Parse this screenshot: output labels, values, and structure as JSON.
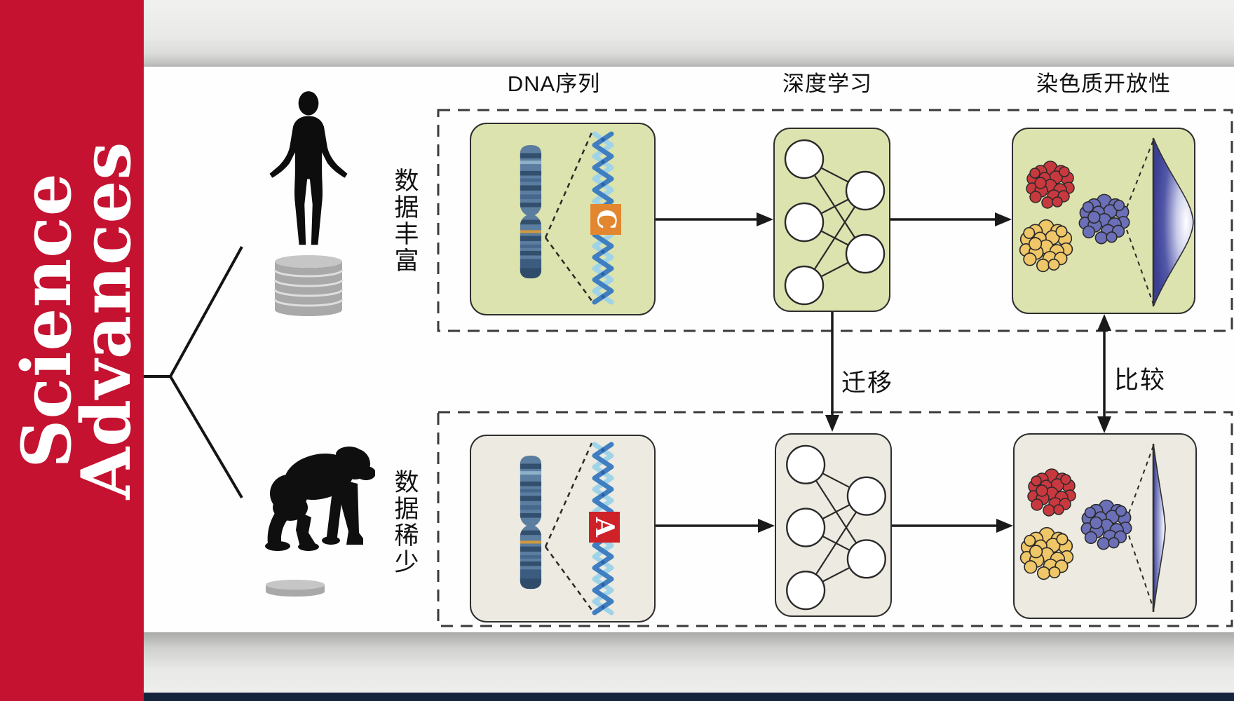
{
  "journal": {
    "line1": "Science",
    "line2": "Advances"
  },
  "figure": {
    "column_headers": {
      "dna": "DNA序列",
      "deep_learning": "深度学习",
      "chromatin": "染色质开放性"
    },
    "row_top": {
      "label": "数据丰富",
      "organism": "human",
      "data_icon": "database-stack"
    },
    "row_bottom": {
      "label": "数据稀少",
      "organism": "chimpanzee",
      "data_icon": "single-disk"
    },
    "arrows": {
      "transfer": "迁移",
      "compare": "比较"
    },
    "nucleotides": {
      "top": "C",
      "bottom": "A"
    },
    "colors": {
      "journal_red": "#c41230",
      "box_green": "#dde3ae",
      "box_beige": "#edeae1",
      "nucleotide_orange": "#e2872f",
      "nucleotide_red": "#cf2128",
      "cluster_red": "#c8393f",
      "cluster_blue": "#6b6fb7",
      "cluster_yellow": "#f0c768",
      "helix_light": "#9fd3e8",
      "helix_dark": "#3f7fc1",
      "distribution_blue": "#3c4094"
    }
  }
}
